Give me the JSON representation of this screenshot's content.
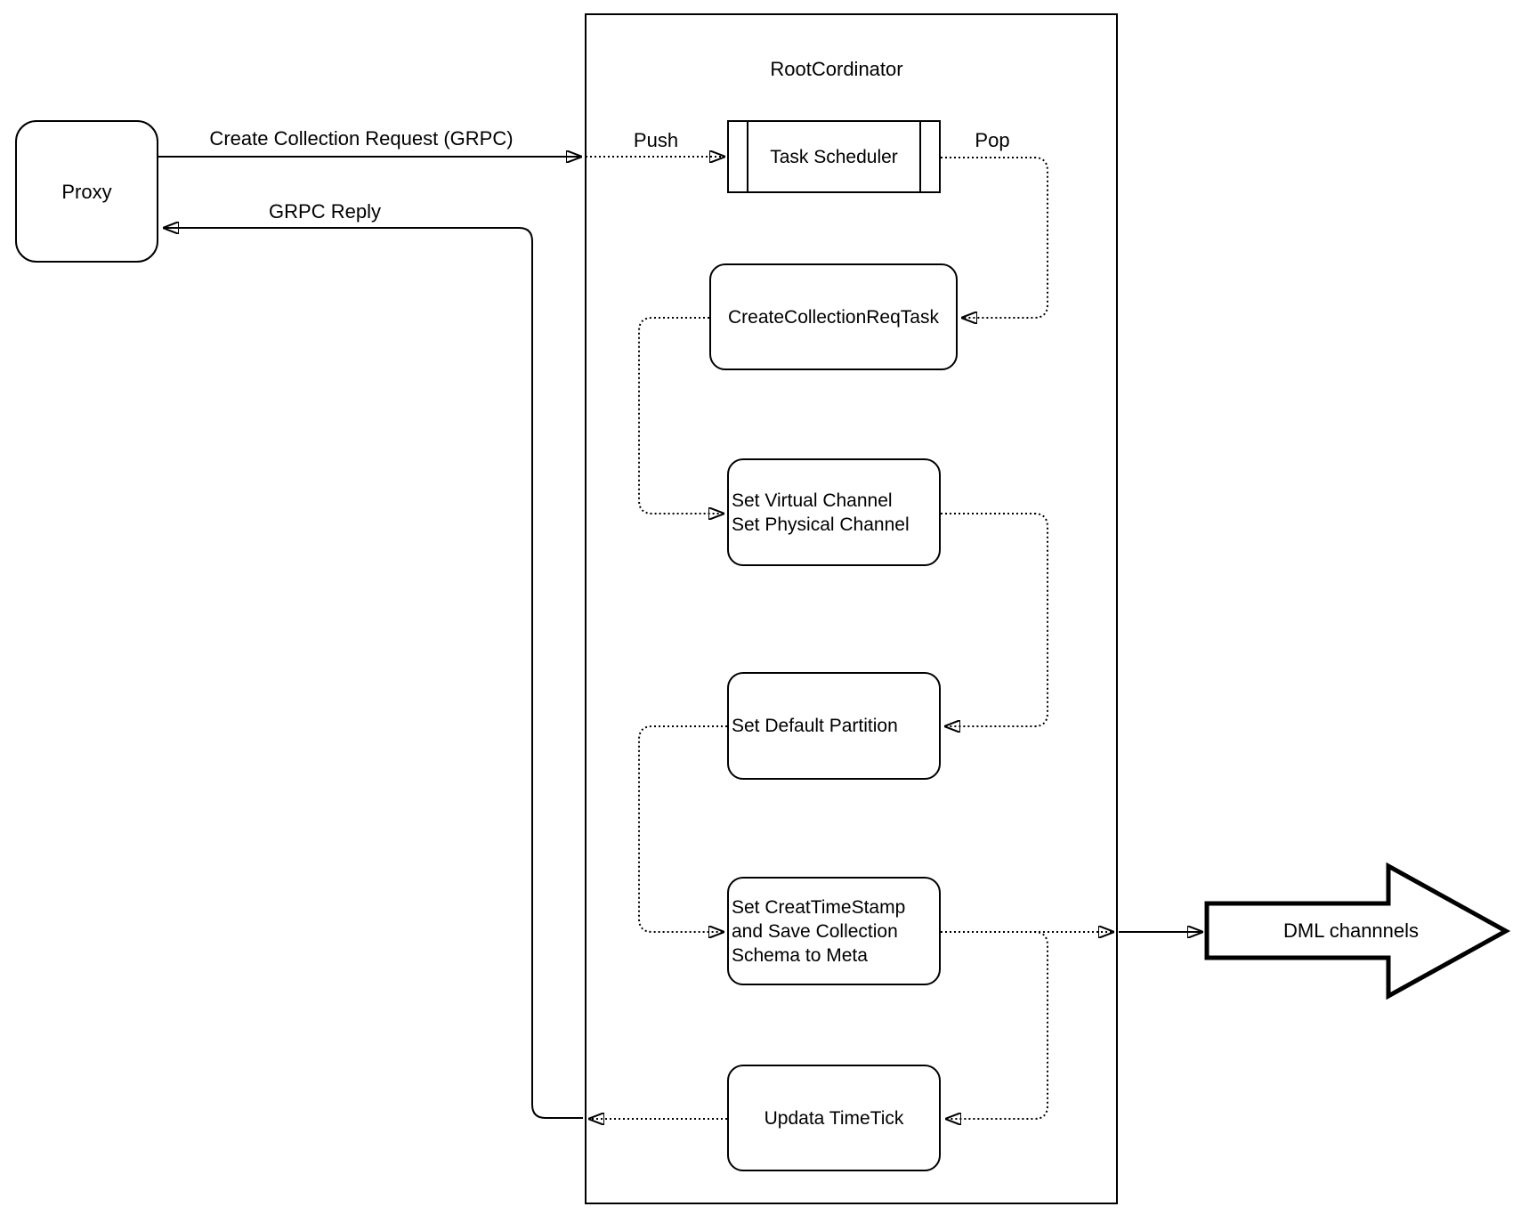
{
  "diagram": {
    "background": "#ffffff",
    "stroke_color": "#000000",
    "nodes": {
      "proxy": {
        "label": "Proxy"
      },
      "root_coordinator": {
        "title": "RootCordinator"
      },
      "task_scheduler": {
        "label": "Task Scheduler"
      },
      "create_collection_req_task": {
        "label": "CreateCollectionReqTask"
      },
      "set_channels": {
        "line1": "Set Virtual Channel",
        "line2": "Set Physical Channel"
      },
      "set_default_partition": {
        "label": "Set Default Partition"
      },
      "set_create_timestamp": {
        "line1": "Set CreatTimeStamp",
        "line2": "and Save Collection",
        "line3": "Schema to Meta"
      },
      "update_timetick": {
        "label": "Updata TimeTick"
      },
      "dml_channels": {
        "label": "DML channnels"
      }
    },
    "edges": {
      "create_collection_request": {
        "label": "Create Collection Request (GRPC)"
      },
      "grpc_reply": {
        "label": "GRPC Reply"
      },
      "push": {
        "label": "Push"
      },
      "pop": {
        "label": "Pop"
      }
    }
  }
}
